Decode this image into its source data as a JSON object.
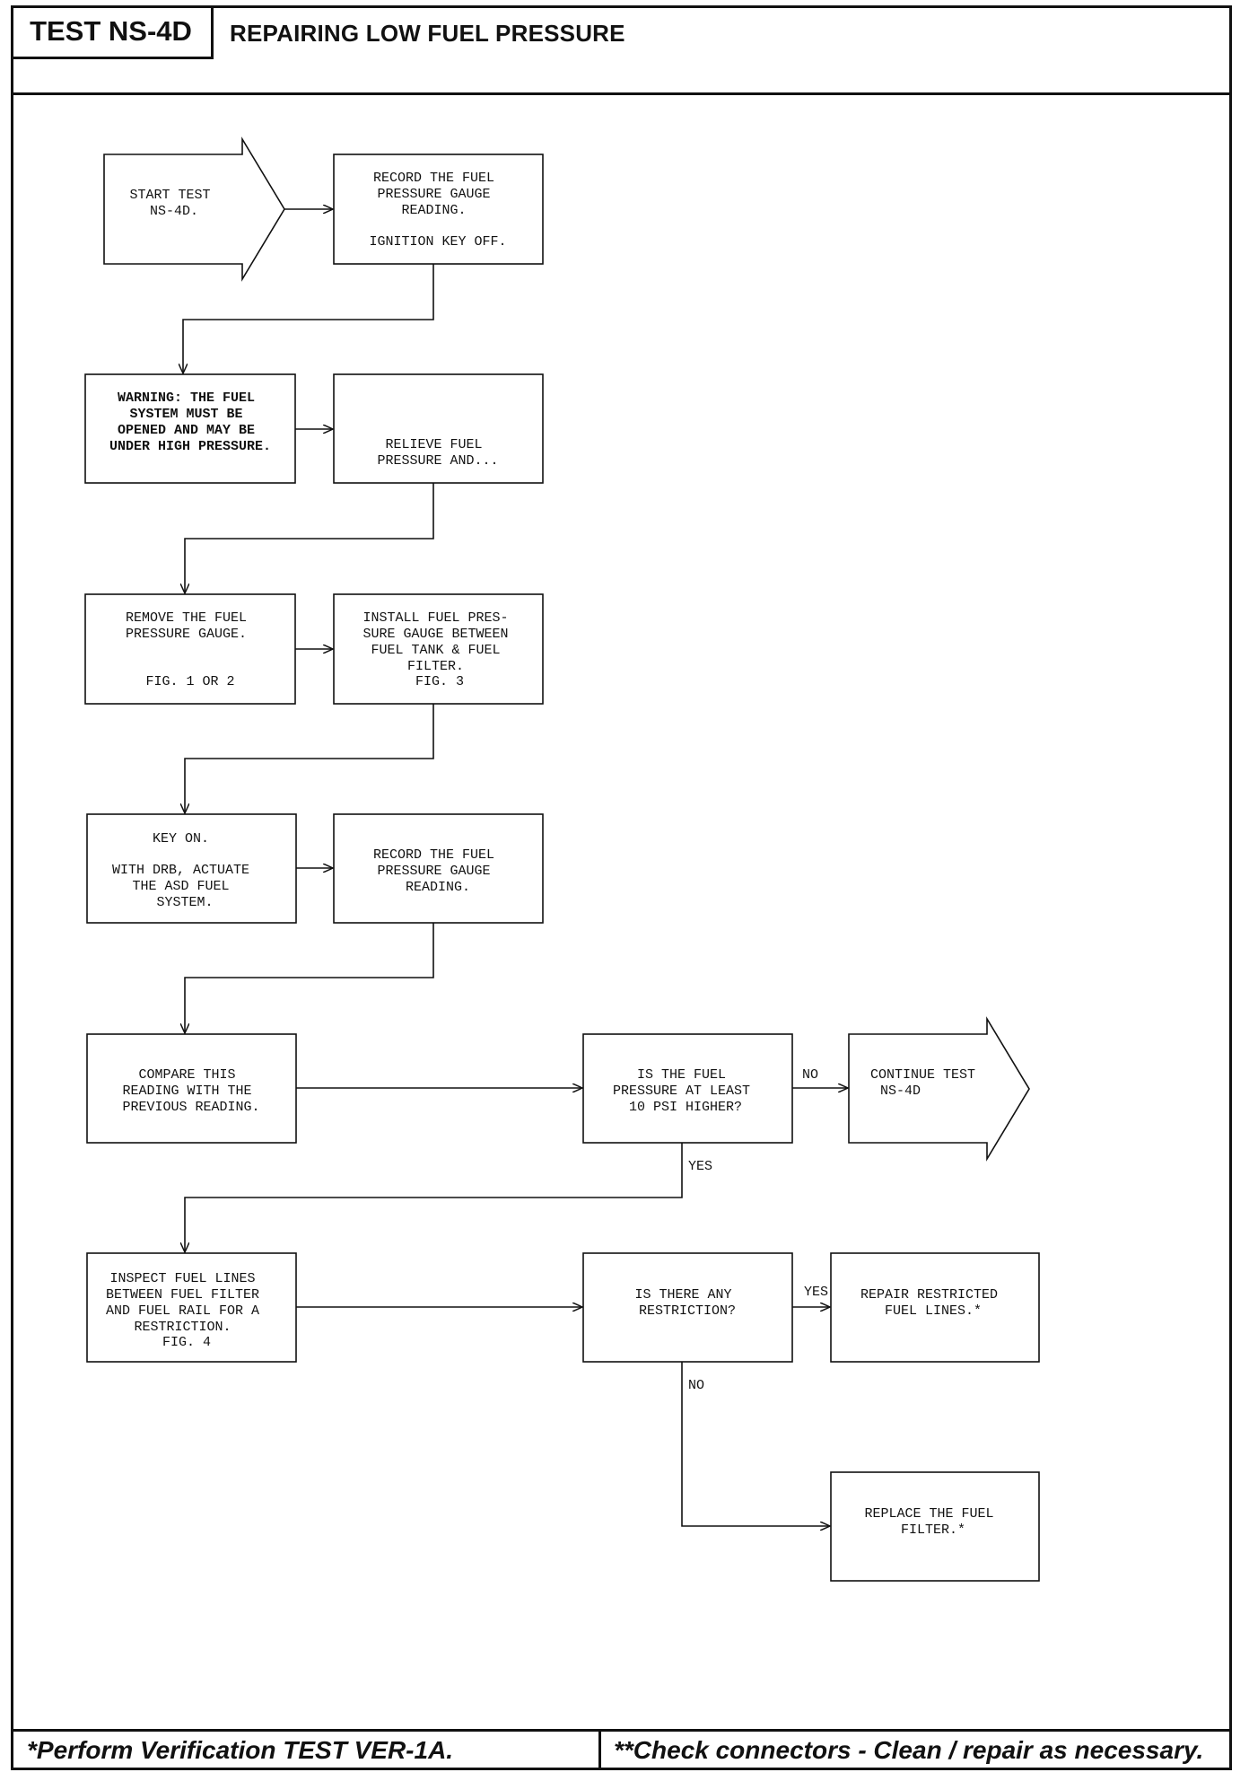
{
  "header": {
    "test_id": "TEST NS-4D",
    "title": "REPAIRING LOW FUEL PRESSURE"
  },
  "footer": {
    "left": "*Perform Verification TEST VER-1A.",
    "right": "**Check connectors - Clean / repair as necessary."
  },
  "flow": {
    "start": [
      "START TEST",
      "NS-4D."
    ],
    "record1": [
      "RECORD THE FUEL",
      "PRESSURE GAUGE",
      "READING.",
      "",
      "IGNITION KEY OFF."
    ],
    "warning": [
      "WARNING: THE FUEL",
      "SYSTEM MUST BE",
      "OPENED AND MAY BE",
      "UNDER HIGH PRESSURE."
    ],
    "relieve": [
      "RELIEVE FUEL",
      "PRESSURE AND..."
    ],
    "remove": [
      "REMOVE THE FUEL",
      "PRESSURE GAUGE.",
      "",
      "",
      "FIG. 1 OR 2"
    ],
    "install": [
      "INSTALL FUEL PRES-",
      "SURE GAUGE BETWEEN",
      "FUEL TANK & FUEL",
      "FILTER.",
      "FIG. 3"
    ],
    "keyon": [
      "KEY ON.",
      "",
      "WITH DRB, ACTUATE",
      "THE ASD FUEL",
      "SYSTEM."
    ],
    "record2": [
      "RECORD THE FUEL",
      "PRESSURE GAUGE",
      "READING."
    ],
    "compare": [
      "COMPARE THIS",
      "READING WITH THE",
      "PREVIOUS READING."
    ],
    "question1": [
      "IS THE FUEL",
      "PRESSURE AT LEAST",
      "10 PSI HIGHER?"
    ],
    "continue": [
      "CONTINUE TEST",
      "NS-4D"
    ],
    "inspect": [
      "INSPECT FUEL LINES",
      "BETWEEN FUEL FILTER",
      "AND FUEL RAIL FOR A",
      "RESTRICTION.",
      "FIG. 4"
    ],
    "question2": [
      "IS THERE ANY",
      "RESTRICTION?"
    ],
    "repair": [
      "REPAIR RESTRICTED",
      "FUEL LINES.*"
    ],
    "replace": [
      "REPLACE THE FUEL",
      "FILTER.*"
    ],
    "labels": {
      "no1": "NO",
      "yes1": "YES",
      "yes2": "YES",
      "no2": "NO"
    }
  }
}
